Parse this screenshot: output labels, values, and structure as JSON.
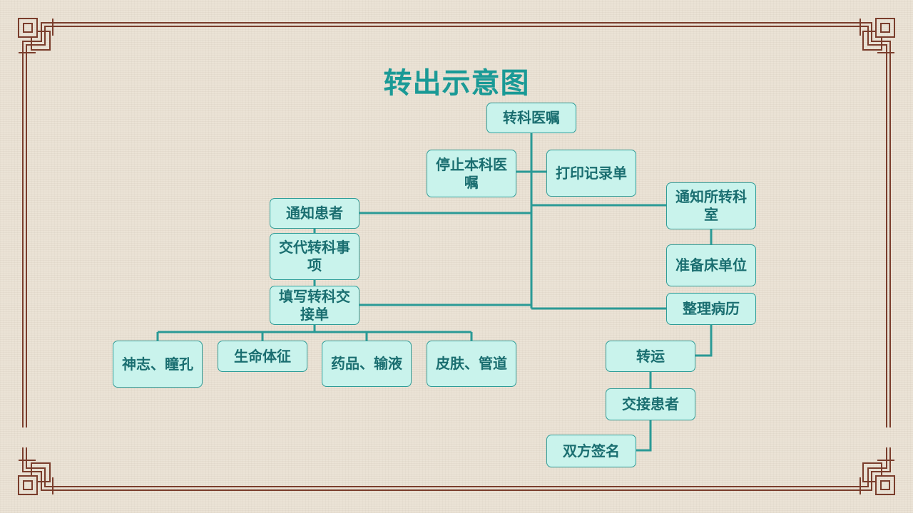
{
  "title": "转出示意图",
  "nodes": {
    "zhuanke_yizhu": "转科医嘱",
    "tingzhi_benke_yizhu": "停止本科医嘱",
    "dayin_jilu_dan": "打印记录单",
    "tongzhi_huanzhe": "通知患者",
    "tongzhi_suozhuan_keshi": "通知所转科室",
    "jiaodai_zhuanke_shixiang": "交代转科事项",
    "zhunbei_chuangdanwei": "准备床单位",
    "tianxie_zhuanke_jiaojiedan": "填写转科交接单",
    "zhengli_bingli": "整理病历",
    "shenzhi_tongkong": "神志、瞳孔",
    "shengming_tizheng": "生命体征",
    "yaopin_shuye": "药品、输液",
    "pifu_guandao": "皮肤、管道",
    "zhuanyun": "转运",
    "jiaojie_huanzhe": "交接患者",
    "shuangfang_qianming": "双方签名"
  },
  "colors": {
    "title": "#1a9a96",
    "box_fill": "#c9f3ec",
    "box_border": "#2f9c97",
    "box_text": "#1a6e70",
    "connector": "#2a9a96",
    "frame": "#7a3d2c"
  }
}
